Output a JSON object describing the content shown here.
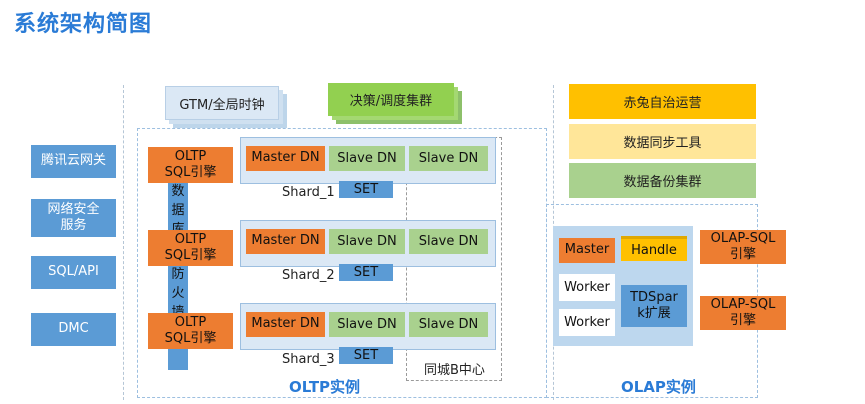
{
  "title": "系统架构简图",
  "left_column": [
    "腾讯云网关",
    "网络安全服务",
    "SQL/API",
    "DMC"
  ],
  "left_column_lines": [
    [
      "腾讯云网关"
    ],
    [
      "网络安全",
      "服务"
    ],
    [
      "SQL/API"
    ],
    [
      "DMC"
    ]
  ],
  "top": {
    "gtm": "GTM/全局时钟",
    "scheduler": "决策/调度集群"
  },
  "oltp": {
    "engine_lines": [
      "OLTP",
      "SQL引擎"
    ],
    "firewall_chars": [
      "数",
      "据",
      "库",
      "防",
      "火",
      "墙"
    ],
    "shards": [
      {
        "master": "Master DN",
        "slave1": "Slave DN",
        "slave2": "Slave DN",
        "name": "Shard_1",
        "set": "SET"
      },
      {
        "master": "Master DN",
        "slave1": "Slave DN",
        "slave2": "Slave DN",
        "name": "Shard_2",
        "set": "SET"
      },
      {
        "master": "Master DN",
        "slave1": "Slave DN",
        "slave2": "Slave DN",
        "name": "Shard_3",
        "set": "SET"
      }
    ],
    "same_city": "同城B中心",
    "label": "OLTP实例"
  },
  "right_tools": [
    "赤兔自治运营",
    "数据同步工具",
    "数据备份集群"
  ],
  "olap": {
    "master": "Master",
    "handle": "Handle",
    "worker1": "Worker",
    "worker2": "Worker",
    "tdspark_lines": [
      "TDSpar",
      "k扩展"
    ],
    "engine_lines": [
      "OLAP-SQL",
      "引擎"
    ],
    "label": "OLAP实例"
  },
  "colors": {
    "title": "#2a7bd6",
    "blue": "#5b9bd5",
    "orange": "#ed7d31",
    "green": "#a9d18e",
    "yellow": "#ffc000"
  }
}
